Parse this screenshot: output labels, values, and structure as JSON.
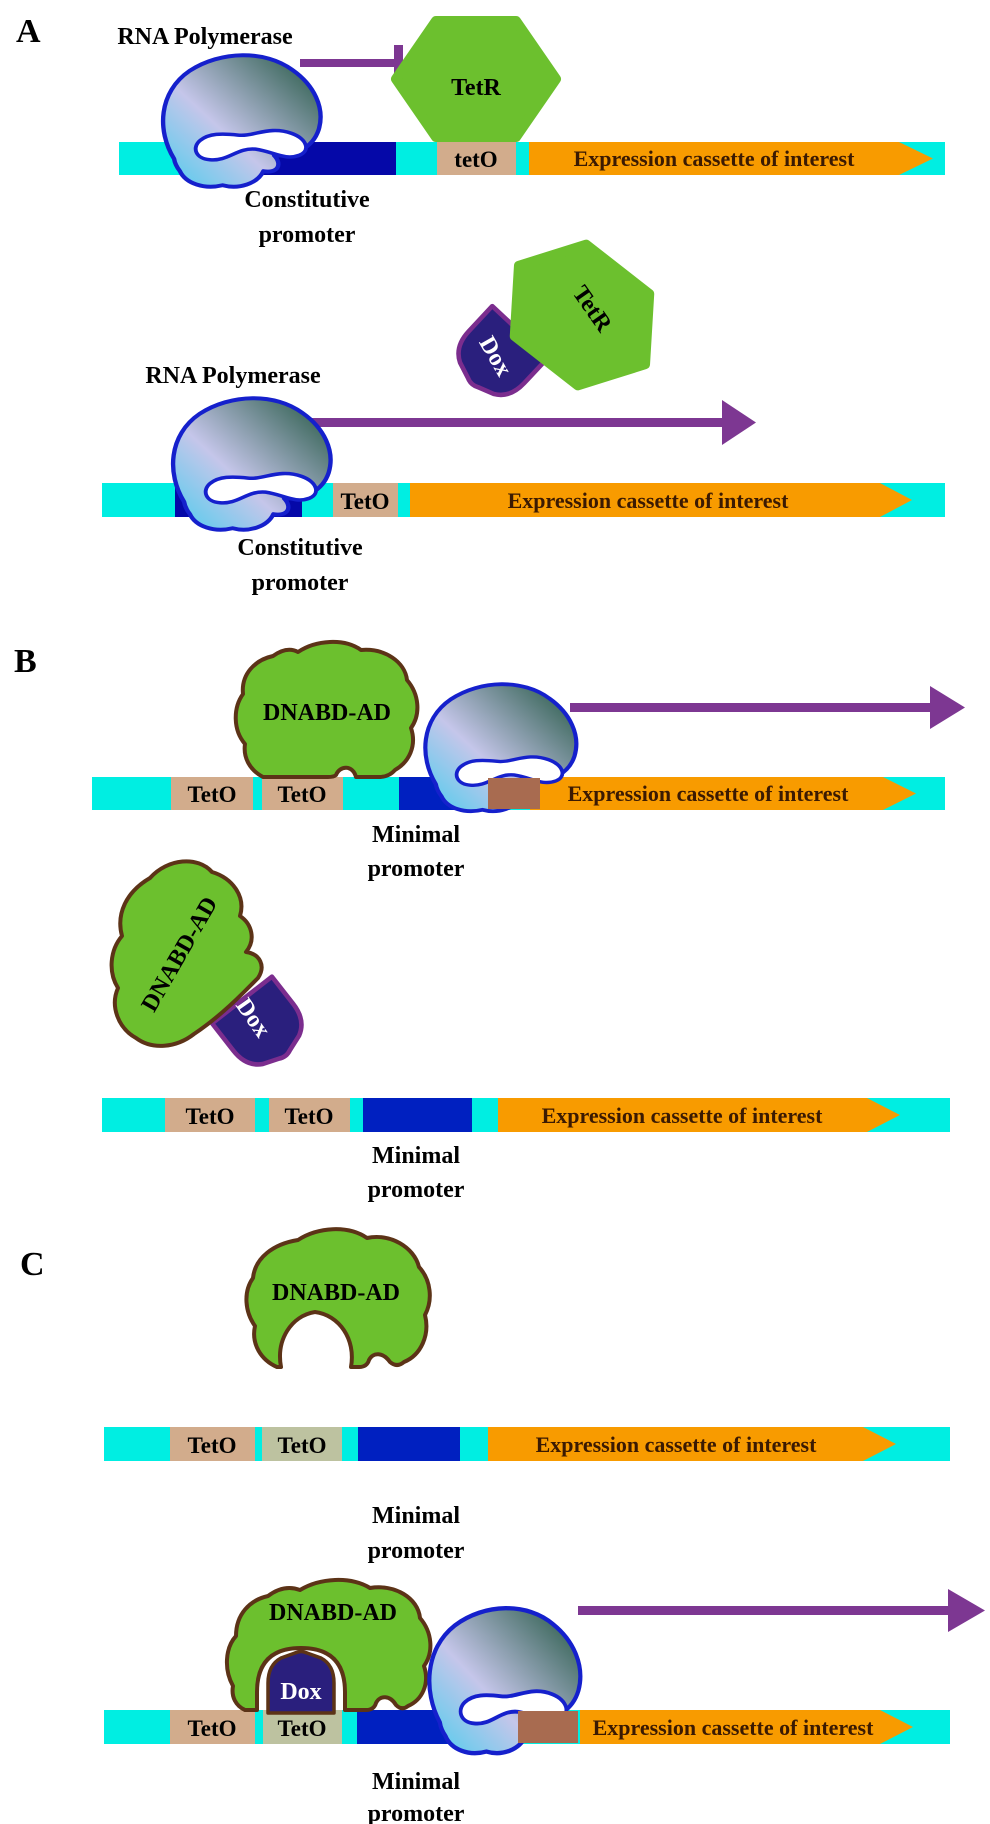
{
  "figure": {
    "type": "gene-regulation-schematic",
    "description": "Tet-Off / Tet-On transactivation schematic with panels A, B and C"
  },
  "colors": {
    "dna_backbone_cyan": "#00EEE2",
    "constitutive_promoter_navy": "#0508A8",
    "minimal_promoter_blue": "#0020C0",
    "teto_tan": "#D2AC8C",
    "teto_green": "#BDC2A0",
    "cassette_orange": "#F89B00",
    "cassette_text": "#3B1A02",
    "arrow_purple": "#7D3792",
    "protein_green": "#6CC02E",
    "blob_outline_brown": "#5C3317",
    "dox_navy": "#2A1F7D",
    "dox_outline_purple": "#7B2D8E",
    "pol_outline_blue": "#1520CC",
    "pol_foot_brown": "#A86B50"
  },
  "panel_a": {
    "label": "A",
    "row1": {
      "rna_polymerase": "RNA Polymerase",
      "tetr": "TetR",
      "teto": "tetO",
      "cassette": "Expression cassette of interest",
      "promoter_line1": "Constitutive",
      "promoter_line2": "promoter"
    },
    "row2": {
      "rna_polymerase": "RNA Polymerase",
      "tetr": "TetR",
      "dox": "Dox",
      "teto": "TetO",
      "cassette": "Expression cassette of interest",
      "promoter_line1": "Constitutive",
      "promoter_line2": "promoter"
    }
  },
  "panel_b": {
    "label": "B",
    "row1": {
      "dnabd_ad": "DNABD-AD",
      "teto1": "TetO",
      "teto2": "TetO",
      "cassette": "Expression cassette of interest",
      "promoter_line1": "Minimal",
      "promoter_line2": "promoter"
    },
    "row2": {
      "dnabd_ad": "DNABD-AD",
      "dox": "Dox",
      "teto1": "TetO",
      "teto2": "TetO",
      "cassette": "Expression cassette of interest",
      "promoter_line1": "Minimal",
      "promoter_line2": "promoter"
    }
  },
  "panel_c": {
    "label": "C",
    "row1": {
      "dnabd_ad": "DNABD-AD",
      "teto1": "TetO",
      "teto2": "TetO",
      "cassette": "Expression cassette of interest",
      "promoter_line1": "Minimal",
      "promoter_line2": "promoter"
    },
    "row2": {
      "dnabd_ad": "DNABD-AD",
      "dox": "Dox",
      "teto1": "TetO",
      "teto2": "TetO",
      "cassette": "Expression cassette of interest",
      "promoter_line1": "Minimal",
      "promoter_line2": "promoter"
    }
  }
}
